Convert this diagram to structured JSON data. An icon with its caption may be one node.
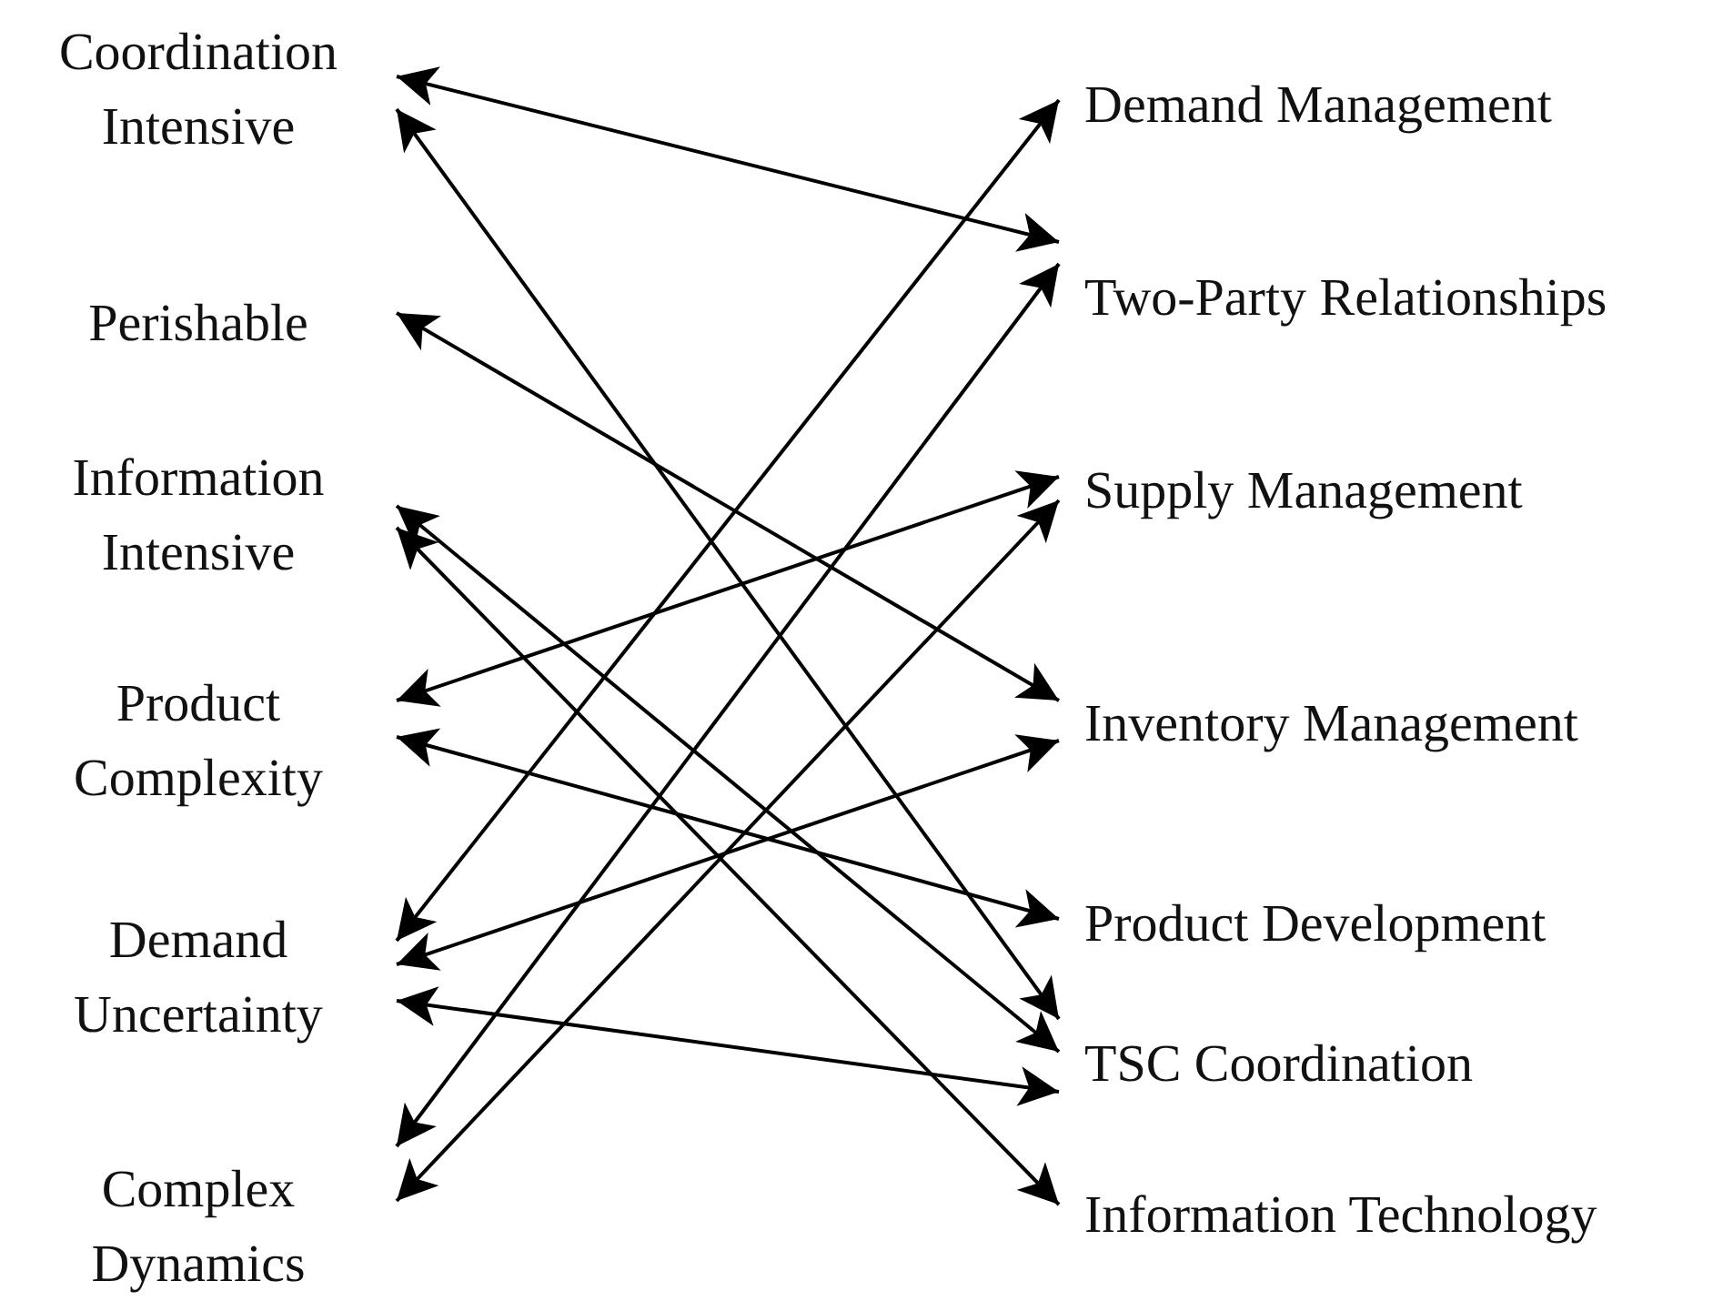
{
  "diagram": {
    "nodes": [
      {
        "text": [
          "Coordination Intensive"
        ]
      },
      {
        "text": [
          "Perishable"
        ]
      },
      {
        "text": [
          "Information Intensive"
        ]
      },
      {
        "text": [
          "Product Complexity"
        ]
      },
      {
        "text": [
          "Demand Uncertainty"
        ]
      },
      {
        "text": [
          "Complex Dynamics"
        ]
      },
      {
        "text": [
          "Demand Management"
        ]
      },
      {
        "text": [
          "Two-Party Relationships"
        ]
      },
      {
        "text": [
          "Supply Management"
        ]
      },
      {
        "text": [
          "Inventory Management"
        ]
      },
      {
        "text": [
          "Product Development"
        ]
      },
      {
        "text": [
          "TSC Coordination"
        ]
      },
      {
        "text": [
          "Information Technology"
        ]
      }
    ],
    "edges": [
      {
        "from": 0,
        "to": 7,
        "arrow": "both"
      },
      {
        "from": 0,
        "to": 11,
        "arrow": "both"
      },
      {
        "from": 1,
        "to": 9,
        "arrow": "both"
      },
      {
        "from": 2,
        "to": 11,
        "arrow": "both"
      },
      {
        "from": 2,
        "to": 12,
        "arrow": "both"
      },
      {
        "from": 3,
        "to": 8,
        "arrow": "both"
      },
      {
        "from": 3,
        "to": 10,
        "arrow": "both"
      },
      {
        "from": 4,
        "to": 6,
        "arrow": "both"
      },
      {
        "from": 4,
        "to": 9,
        "arrow": "both"
      },
      {
        "from": 4,
        "to": 11,
        "arrow": "both"
      },
      {
        "from": 5,
        "to": 7,
        "arrow": "both"
      },
      {
        "from": 5,
        "to": 8,
        "arrow": "both"
      }
    ]
  }
}
